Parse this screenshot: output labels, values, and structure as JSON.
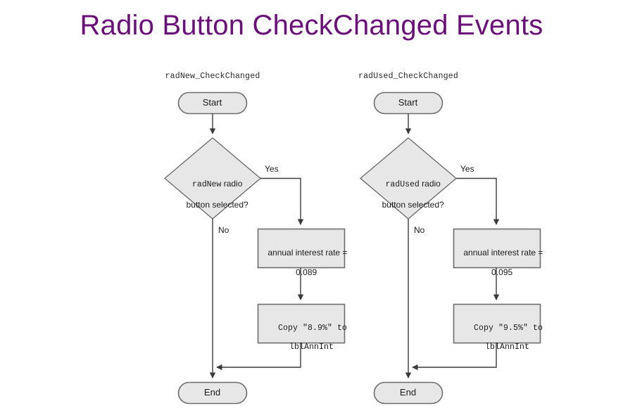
{
  "page": {
    "title": "Radio Button CheckChanged Events",
    "background_color": "#ffffff",
    "title_color": "#6b0f7a"
  },
  "style": {
    "shape_fill": "#e7e7e7",
    "shape_stroke": "#6e6e6e",
    "connector_color": "#3a3a3a",
    "text_color": "#1c1c1c"
  },
  "flowcharts": [
    {
      "id": "radNew",
      "header": "radNew_CheckChanged",
      "nodes": {
        "start": "Start",
        "decision_line1": "radNew",
        "decision_line1_rest": " radio",
        "decision_line2": "button selected?",
        "process1_line1": "annual interest rate =",
        "process1_line2": "0.089",
        "process2_line1": "Copy \"8.9%\" to",
        "process2_line2": "lblAnnInt",
        "end": "End"
      },
      "edges": {
        "yes": "Yes",
        "no": "No"
      }
    },
    {
      "id": "radUsed",
      "header": "radUsed_CheckChanged",
      "nodes": {
        "start": "Start",
        "decision_line1": "radUsed",
        "decision_line1_rest": " radio",
        "decision_line2": "button selected?",
        "process1_line1": "annual interest rate =",
        "process1_line2": "0.095",
        "process2_line1": "Copy \"9.5%\" to",
        "process2_line2": "lblAnnInt",
        "end": "End"
      },
      "edges": {
        "yes": "Yes",
        "no": "No"
      }
    }
  ]
}
